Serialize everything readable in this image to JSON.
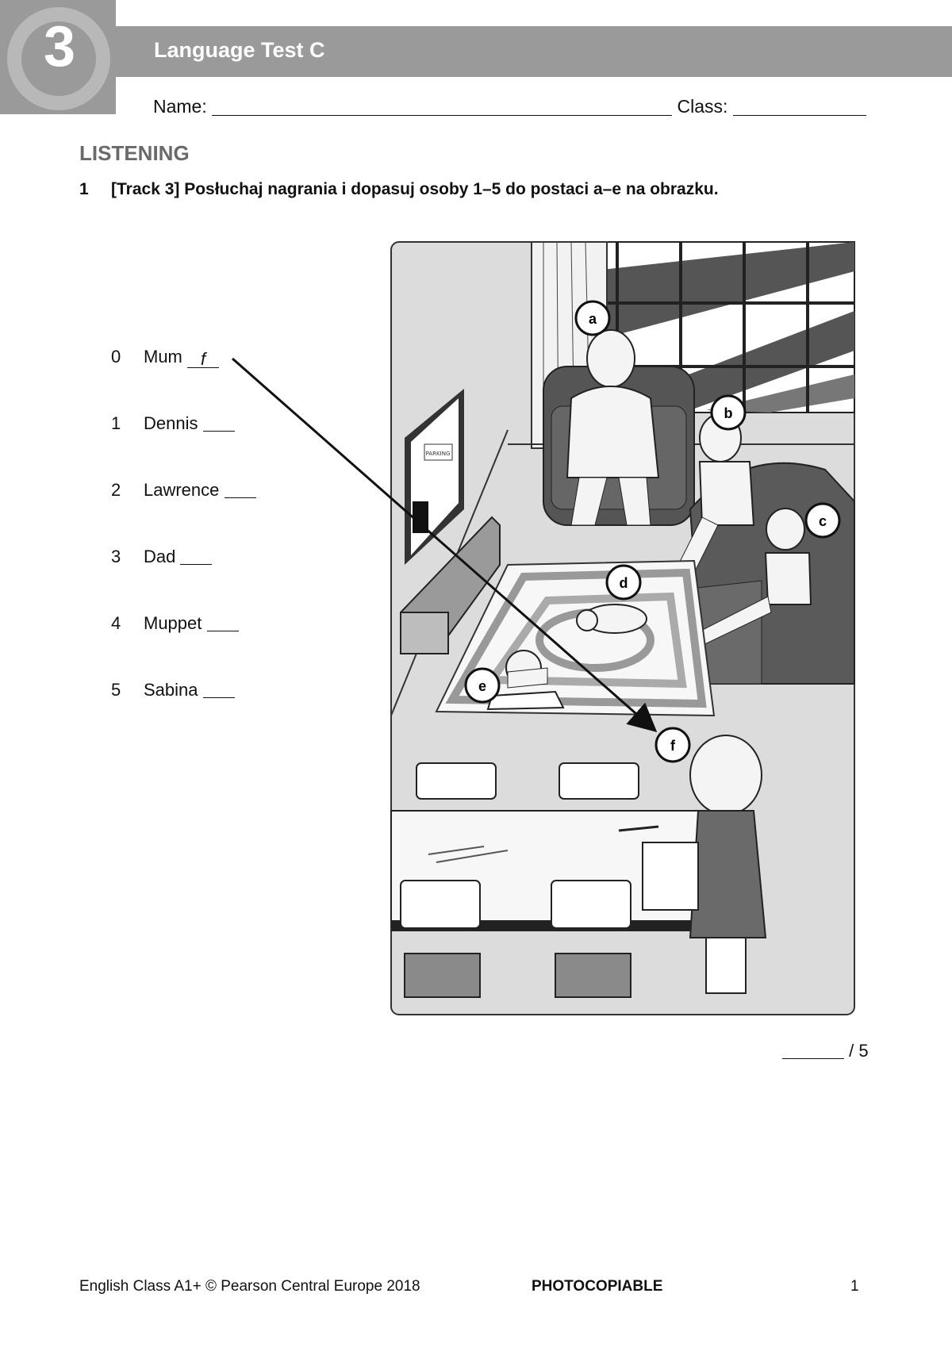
{
  "header": {
    "unit_number": "3",
    "title": "Language Test C",
    "name_label": "Name:",
    "class_label": "Class:"
  },
  "section": {
    "heading": "LISTENING"
  },
  "task": {
    "number": "1",
    "instruction": "[Track 3] Posłuchaj nagrania i dopasuj osoby 1–5 do postaci a–e na obrazku."
  },
  "items": [
    {
      "num": "0",
      "name": "Mum",
      "answer": "f"
    },
    {
      "num": "1",
      "name": "Dennis",
      "answer": ""
    },
    {
      "num": "2",
      "name": "Lawrence",
      "answer": ""
    },
    {
      "num": "3",
      "name": "Dad",
      "answer": ""
    },
    {
      "num": "4",
      "name": "Muppet",
      "answer": ""
    },
    {
      "num": "5",
      "name": "Sabina",
      "answer": ""
    }
  ],
  "illustration": {
    "labels": [
      "a",
      "b",
      "c",
      "d",
      "e",
      "f"
    ],
    "tv_sign": "PARKING"
  },
  "score": {
    "total": "/ 5"
  },
  "footer": {
    "copyright": "English Class A1+ © Pearson Central Europe 2018",
    "photocopiable": "PHOTOCOPIABLE",
    "page_number": "1"
  }
}
